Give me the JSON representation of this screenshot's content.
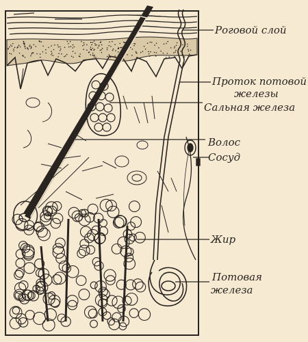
{
  "labels": {
    "stratum_corneum": "Роговой слой",
    "sweat_duct_line1": "Проток потовой",
    "sweat_duct_line2": "железы",
    "sebaceous_gland": "Сальная железа",
    "hair": "Волос",
    "vessel": "Сосуд",
    "fat": "Жир",
    "sweat_gland_line1": "Потовая",
    "sweat_gland_line2": "железа"
  },
  "colors": {
    "ink": "#2a2420",
    "paper": "#f6ead3"
  }
}
